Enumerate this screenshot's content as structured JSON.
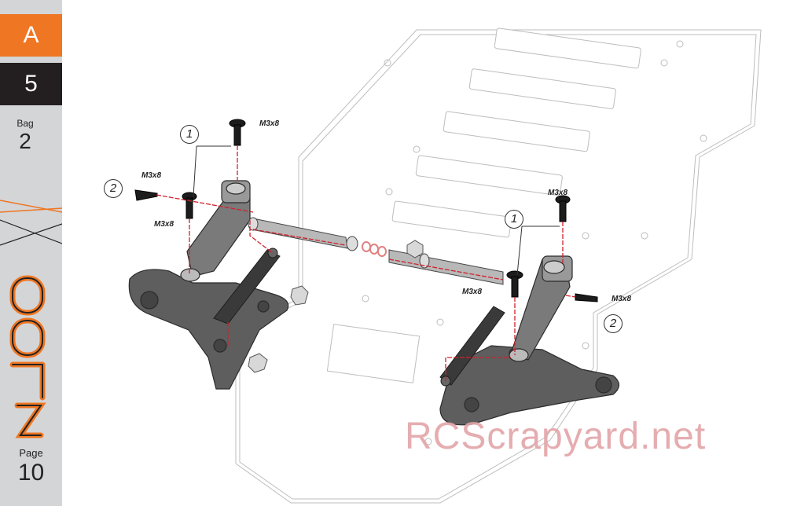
{
  "sidebar": {
    "section": "A",
    "step": "5",
    "bag_label": "Bag",
    "bag_number": "2",
    "page_label": "Page",
    "page_number": "10",
    "accent_color": "#ef7622",
    "dark_color": "#231f20"
  },
  "diagram": {
    "screw_label": "M3x8",
    "callout_1": "1",
    "callout_2": "2",
    "guide_color": "#d0212b"
  },
  "watermark": "RCScrapyard.net"
}
